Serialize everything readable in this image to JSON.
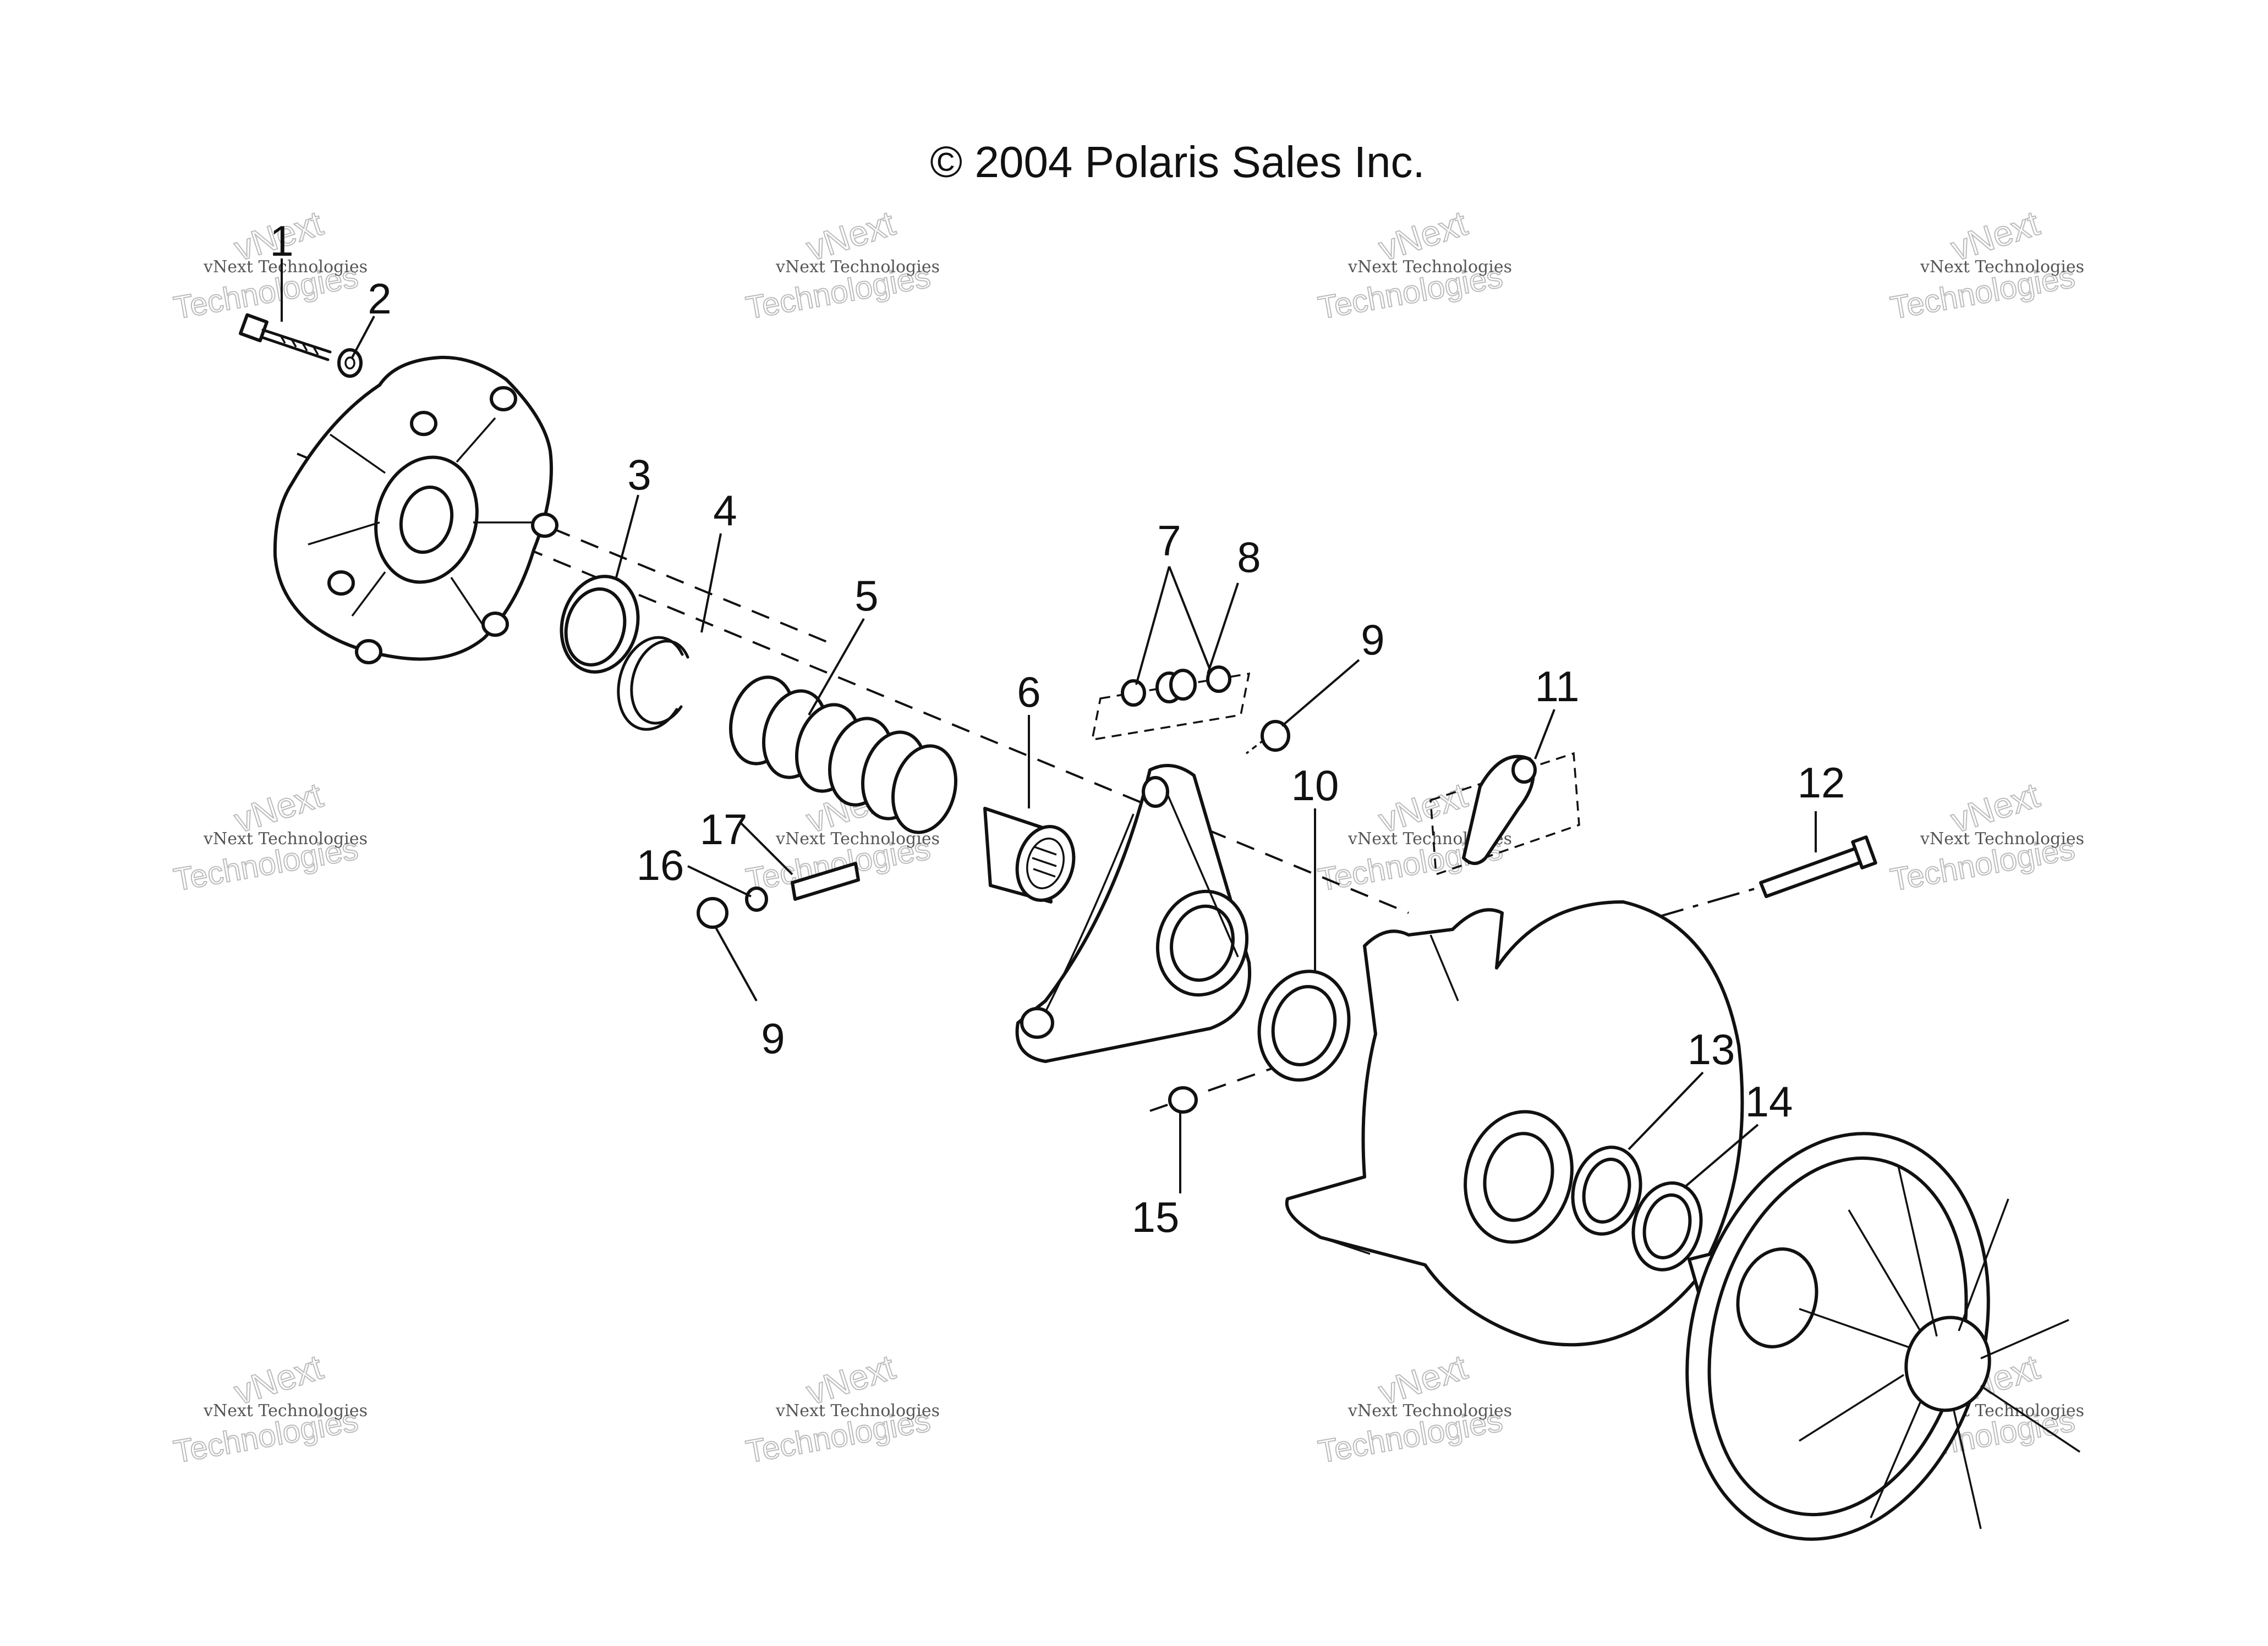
{
  "copyright": "© 2004 Polaris Sales Inc.",
  "watermark": {
    "line1": "vNext Technologies",
    "line2a": "vNext",
    "line2b": "Technologies"
  },
  "callouts": [
    "1",
    "2",
    "3",
    "4",
    "5",
    "6",
    "7",
    "8",
    "9",
    "9",
    "10",
    "11",
    "12",
    "13",
    "14",
    "15",
    "16",
    "17"
  ]
}
